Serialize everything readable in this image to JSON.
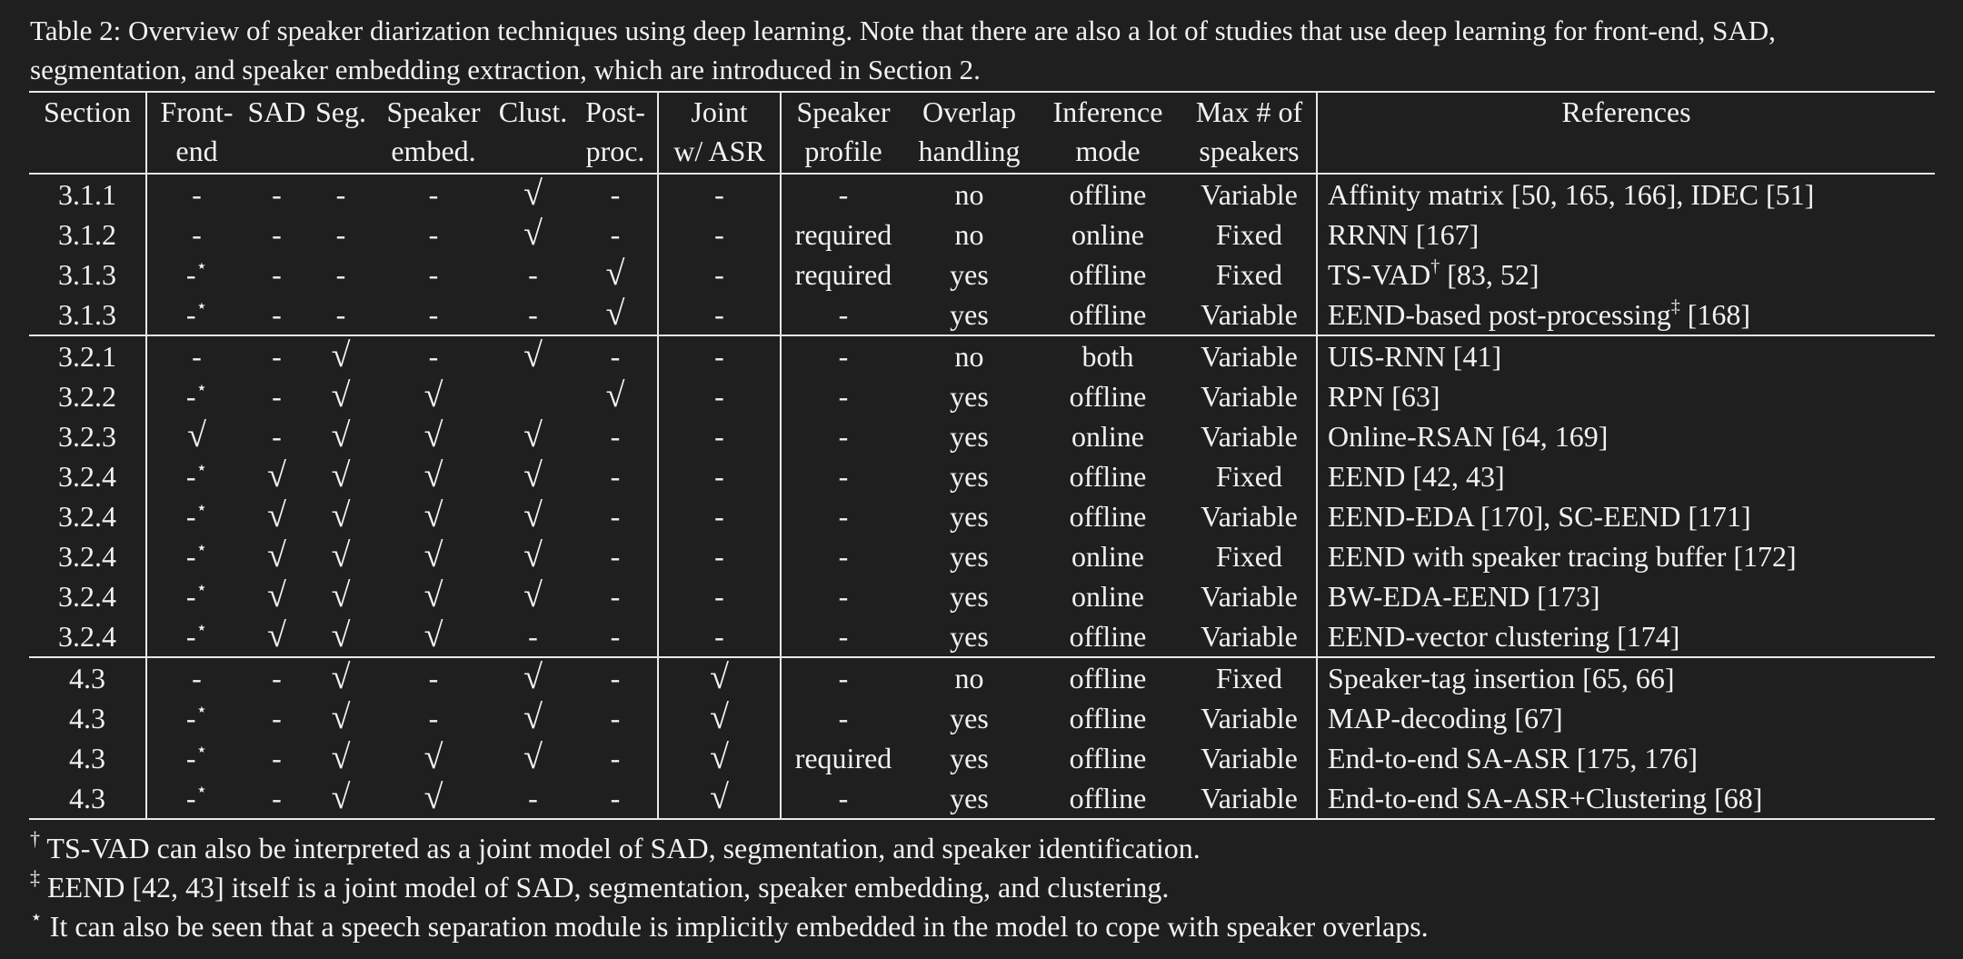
{
  "caption": "Table 2:  Overview of speaker diarization techniques using deep learning.  Note that there are also a lot of studies that use deep learning for front-end, SAD, segmentation, and speaker embedding extraction, which are introduced in Section 2.",
  "header": [
    {
      "l1": "Section",
      "l2": ""
    },
    {
      "l1": "Front-",
      "l2": "end"
    },
    {
      "l1": "SAD",
      "l2": ""
    },
    {
      "l1": "Seg.",
      "l2": ""
    },
    {
      "l1": "Speaker",
      "l2": "embed."
    },
    {
      "l1": "Clust.",
      "l2": ""
    },
    {
      "l1": "Post-",
      "l2": "proc."
    },
    {
      "l1": "Joint",
      "l2": "w/ ASR"
    },
    {
      "l1": "Speaker",
      "l2": "profile"
    },
    {
      "l1": "Overlap",
      "l2": "handling"
    },
    {
      "l1": "Inference",
      "l2": "mode"
    },
    {
      "l1": "Max # of",
      "l2": "speakers"
    },
    {
      "l1": "References",
      "l2": ""
    }
  ],
  "groups": [
    [
      {
        "section": "3.1.1",
        "frontend": "-",
        "frontend_mark": "",
        "sad": "-",
        "seg": "-",
        "embed": "-",
        "clust": "√",
        "post": "-",
        "joint": "-",
        "profile": "-",
        "overlap": "no",
        "mode": "offline",
        "max": "Variable",
        "ref": "Affinity matrix [50, 165, 166], IDEC [51]",
        "ref_mark": "",
        "ref_tail": ""
      },
      {
        "section": "3.1.2",
        "frontend": "-",
        "frontend_mark": "",
        "sad": "-",
        "seg": "-",
        "embed": "-",
        "clust": "√",
        "post": "-",
        "joint": "-",
        "profile": "required",
        "overlap": "no",
        "mode": "online",
        "max": "Fixed",
        "ref": "RRNN [167]",
        "ref_mark": "",
        "ref_tail": ""
      },
      {
        "section": "3.1.3",
        "frontend": "-",
        "frontend_mark": "⋆",
        "sad": "-",
        "seg": "-",
        "embed": "-",
        "clust": "-",
        "post": "√",
        "joint": "-",
        "profile": "required",
        "overlap": "yes",
        "mode": "offline",
        "max": "Fixed",
        "ref": "TS-VAD",
        "ref_mark": "†",
        "ref_tail": " [83, 52]"
      },
      {
        "section": "3.1.3",
        "frontend": "-",
        "frontend_mark": "⋆",
        "sad": "-",
        "seg": "-",
        "embed": "-",
        "clust": "-",
        "post": "√",
        "joint": "-",
        "profile": "-",
        "overlap": "yes",
        "mode": "offline",
        "max": "Variable",
        "ref": "EEND-based post-processing",
        "ref_mark": "‡",
        "ref_tail": " [168]"
      }
    ],
    [
      {
        "section": "3.2.1",
        "frontend": "-",
        "frontend_mark": "",
        "sad": "-",
        "seg": "√",
        "embed": "-",
        "clust": "√",
        "post": "-",
        "joint": "-",
        "profile": "-",
        "overlap": "no",
        "mode": "both",
        "max": "Variable",
        "ref": "UIS-RNN [41]",
        "ref_mark": "",
        "ref_tail": ""
      },
      {
        "section": "3.2.2",
        "frontend": "-",
        "frontend_mark": "⋆",
        "sad": "-",
        "seg": "√",
        "embed": "√",
        "clust": "",
        "post": "√",
        "joint": "-",
        "profile": "-",
        "overlap": "yes",
        "mode": "offline",
        "max": "Variable",
        "ref": "RPN [63]",
        "ref_mark": "",
        "ref_tail": ""
      },
      {
        "section": "3.2.3",
        "frontend": "√",
        "frontend_mark": "",
        "sad": "-",
        "seg": "√",
        "embed": "√",
        "clust": "√",
        "post": "-",
        "joint": "-",
        "profile": "-",
        "overlap": "yes",
        "mode": "online",
        "max": "Variable",
        "ref": "Online-RSAN [64, 169]",
        "ref_mark": "",
        "ref_tail": ""
      },
      {
        "section": "3.2.4",
        "frontend": "-",
        "frontend_mark": "⋆",
        "sad": "√",
        "seg": "√",
        "embed": "√",
        "clust": "√",
        "post": "-",
        "joint": "-",
        "profile": "-",
        "overlap": "yes",
        "mode": "offline",
        "max": "Fixed",
        "ref": "EEND [42, 43]",
        "ref_mark": "",
        "ref_tail": ""
      },
      {
        "section": "3.2.4",
        "frontend": "-",
        "frontend_mark": "⋆",
        "sad": "√",
        "seg": "√",
        "embed": "√",
        "clust": "√",
        "post": "-",
        "joint": "-",
        "profile": "-",
        "overlap": "yes",
        "mode": "offline",
        "max": "Variable",
        "ref": "EEND-EDA [170], SC-EEND [171]",
        "ref_mark": "",
        "ref_tail": ""
      },
      {
        "section": "3.2.4",
        "frontend": "-",
        "frontend_mark": "⋆",
        "sad": "√",
        "seg": "√",
        "embed": "√",
        "clust": "√",
        "post": "-",
        "joint": "-",
        "profile": "-",
        "overlap": "yes",
        "mode": "online",
        "max": "Fixed",
        "ref": "EEND with speaker tracing buffer [172]",
        "ref_mark": "",
        "ref_tail": ""
      },
      {
        "section": "3.2.4",
        "frontend": "-",
        "frontend_mark": "⋆",
        "sad": "√",
        "seg": "√",
        "embed": "√",
        "clust": "√",
        "post": "-",
        "joint": "-",
        "profile": "-",
        "overlap": "yes",
        "mode": "online",
        "max": "Variable",
        "ref": "BW-EDA-EEND [173]",
        "ref_mark": "",
        "ref_tail": ""
      },
      {
        "section": "3.2.4",
        "frontend": "-",
        "frontend_mark": "⋆",
        "sad": "√",
        "seg": "√",
        "embed": "√",
        "clust": "-",
        "post": "-",
        "joint": "-",
        "profile": "-",
        "overlap": "yes",
        "mode": "offline",
        "max": "Variable",
        "ref": "EEND-vector clustering [174]",
        "ref_mark": "",
        "ref_tail": ""
      }
    ],
    [
      {
        "section": "4.3",
        "frontend": "-",
        "frontend_mark": "",
        "sad": "-",
        "seg": "√",
        "embed": "-",
        "clust": "√",
        "post": "-",
        "joint": "√",
        "profile": "-",
        "overlap": "no",
        "mode": "offline",
        "max": "Fixed",
        "ref": "Speaker-tag insertion [65, 66]",
        "ref_mark": "",
        "ref_tail": ""
      },
      {
        "section": "4.3",
        "frontend": "-",
        "frontend_mark": "⋆",
        "sad": "-",
        "seg": "√",
        "embed": "-",
        "clust": "√",
        "post": "-",
        "joint": "√",
        "profile": "-",
        "overlap": "yes",
        "mode": "offline",
        "max": "Variable",
        "ref": "MAP-decoding [67]",
        "ref_mark": "",
        "ref_tail": ""
      },
      {
        "section": "4.3",
        "frontend": "-",
        "frontend_mark": "⋆",
        "sad": "-",
        "seg": "√",
        "embed": "√",
        "clust": "√",
        "post": "-",
        "joint": "√",
        "profile": "required",
        "overlap": "yes",
        "mode": "offline",
        "max": "Variable",
        "ref": "End-to-end SA-ASR [175, 176]",
        "ref_mark": "",
        "ref_tail": ""
      },
      {
        "section": "4.3",
        "frontend": "-",
        "frontend_mark": "⋆",
        "sad": "-",
        "seg": "√",
        "embed": "√",
        "clust": "-",
        "post": "-",
        "joint": "√",
        "profile": "-",
        "overlap": "yes",
        "mode": "offline",
        "max": "Variable",
        "ref": "End-to-end SA-ASR+Clustering [68]",
        "ref_mark": "",
        "ref_tail": ""
      }
    ]
  ],
  "notes": [
    {
      "mark": "†",
      "text": " TS-VAD can also be interpreted as a joint model of SAD, segmentation, and speaker identification."
    },
    {
      "mark": "‡",
      "text": " EEND [42, 43] itself is a joint model of SAD, segmentation, speaker embedding, and clustering."
    },
    {
      "mark": "⋆",
      "text": " It can also be seen that a speech separation module is implicitly embedded in the model to cope with speaker overlaps."
    }
  ]
}
